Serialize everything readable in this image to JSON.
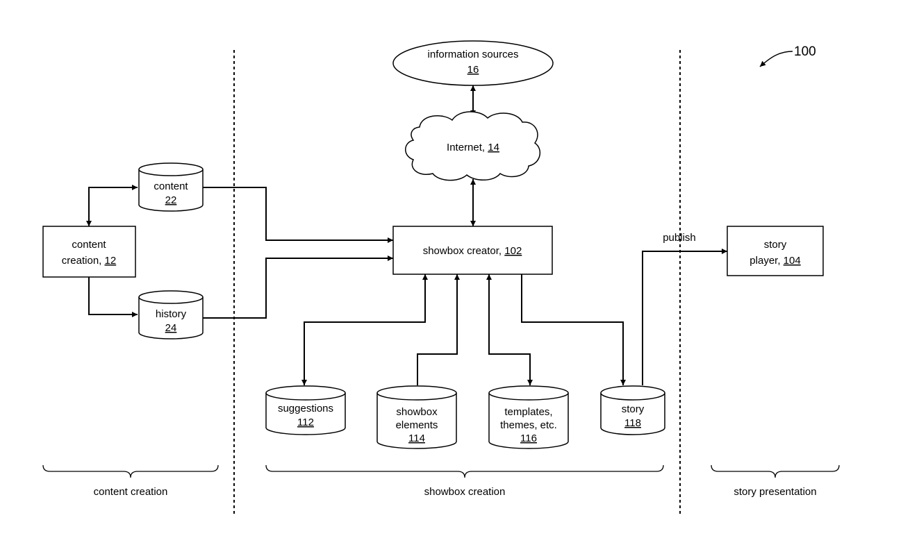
{
  "figure_ref": "100",
  "information_sources": {
    "label": "information sources",
    "ref": "16"
  },
  "internet": {
    "label": "Internet, ",
    "ref": "14"
  },
  "content_store": {
    "label": "content",
    "ref": "22"
  },
  "history_store": {
    "label": "history",
    "ref": "24"
  },
  "content_creation_box": {
    "line1": "content",
    "line2": "creation, ",
    "ref": "12"
  },
  "showbox_creator": {
    "label": "showbox creator, ",
    "ref": "102"
  },
  "story_player": {
    "line1": "story",
    "line2": "player, ",
    "ref": "104"
  },
  "publish_label": "publish",
  "suggestions": {
    "label": "suggestions",
    "ref": "112"
  },
  "showbox_elements": {
    "line1": "showbox",
    "line2": "elements",
    "ref": "114"
  },
  "templates": {
    "line1": "templates,",
    "line2": "themes, etc.",
    "ref": "116"
  },
  "story_store": {
    "label": "story",
    "ref": "118"
  },
  "sections": {
    "content_creation": "content creation",
    "showbox_creation": "showbox creation",
    "story_presentation": "story presentation"
  }
}
